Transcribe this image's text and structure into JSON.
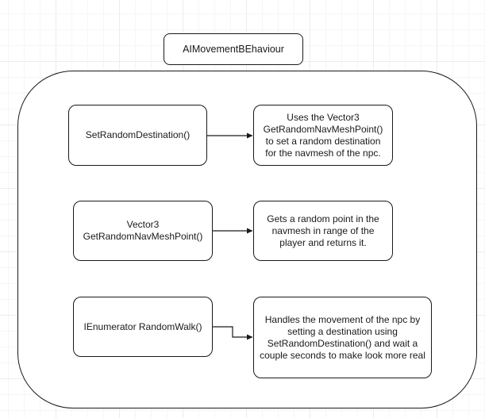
{
  "diagram": {
    "class_name": "AIMovementBEhaviour",
    "methods": [
      {
        "signature": "SetRandomDestination()",
        "description": "Uses the Vector3 GetRandomNavMeshPoint() to set a random destination for the navmesh of the npc."
      },
      {
        "signature": "Vector3\nGetRandomNavMeshPoint()",
        "description": "Gets a random point in the navmesh in range of the player  and returns it."
      },
      {
        "signature": "IEnumerator RandomWalk()",
        "description": "Handles the movement of the npc by setting a destination using SetRandomDestination() and wait a couple seconds to make look more real"
      }
    ]
  }
}
